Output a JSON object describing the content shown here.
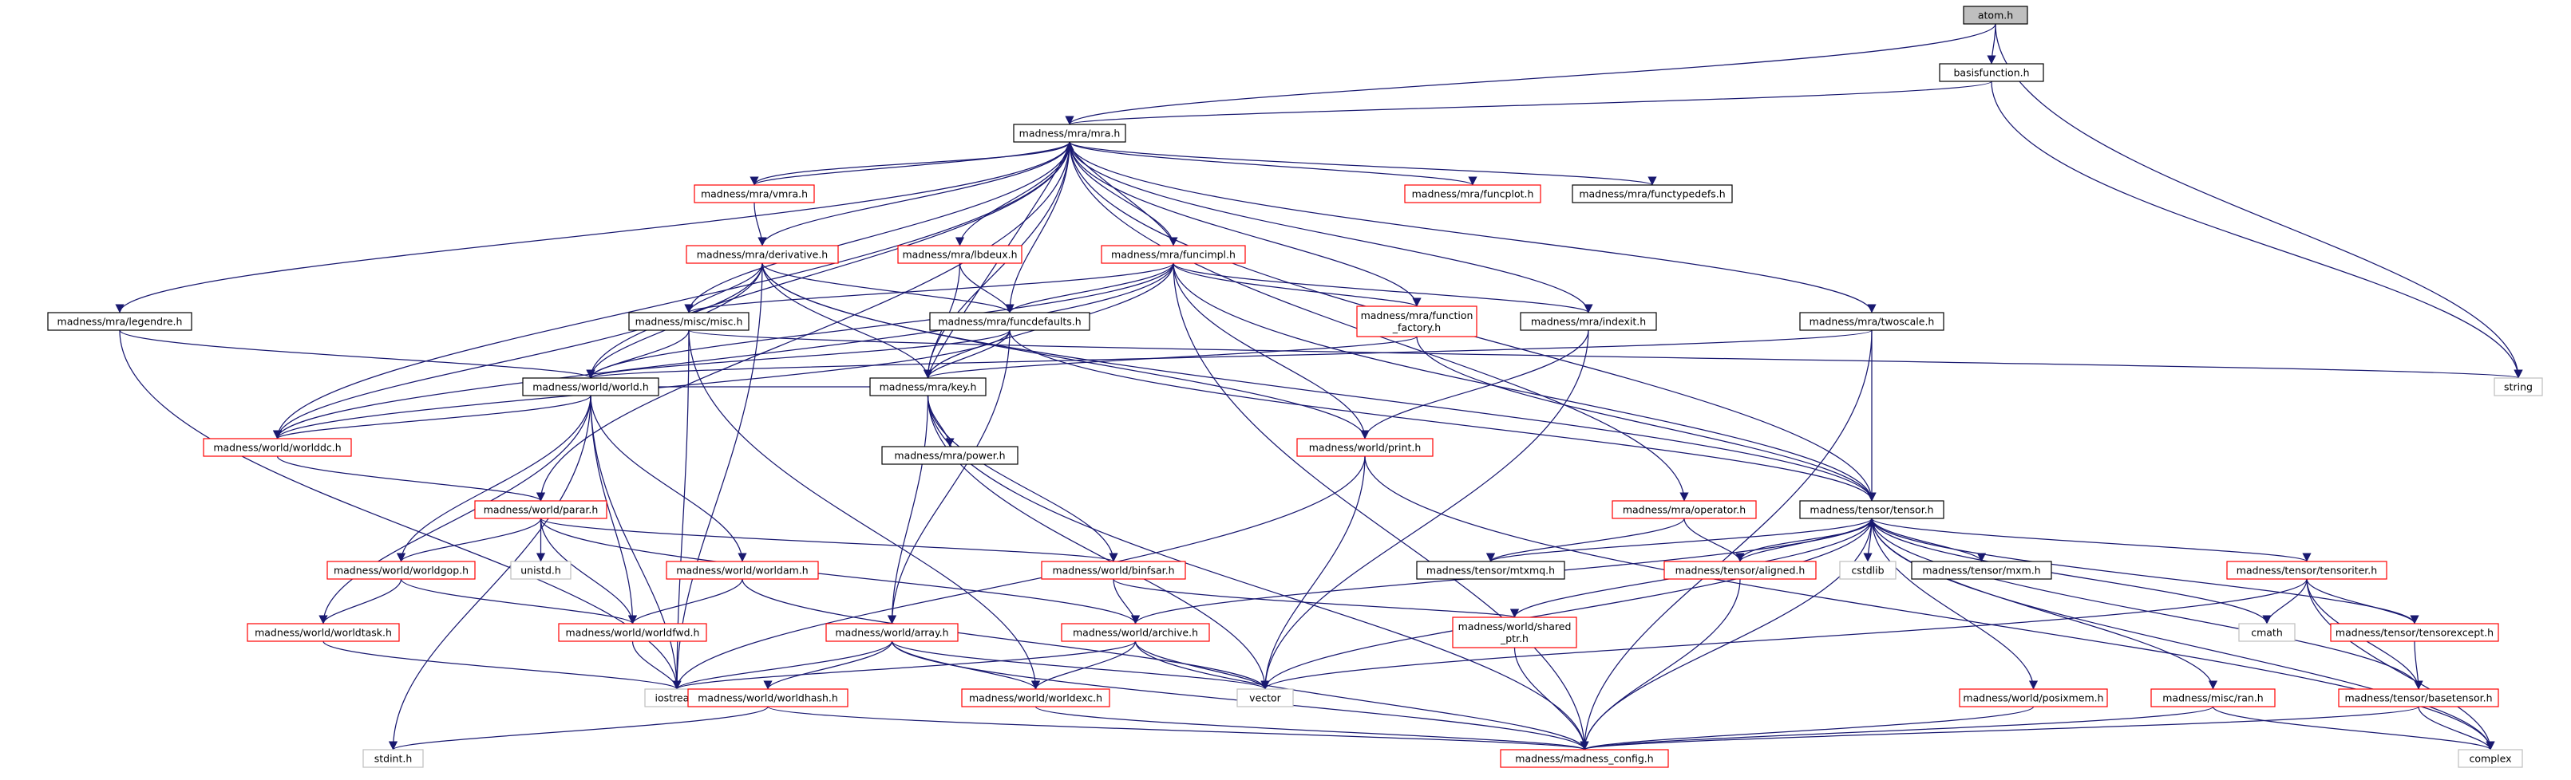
{
  "colors": {
    "edge": "#191970",
    "border_documented": "#000000",
    "border_undocumented": "#ff0000",
    "border_external": "#bfbfbf",
    "fill_root": "#bfbfbf",
    "fill_default": "#ffffff"
  },
  "nodes": [
    {
      "id": "atom",
      "label": "atom.h",
      "kind": "root"
    },
    {
      "id": "basisfunction",
      "label": "basisfunction.h",
      "kind": "documented"
    },
    {
      "id": "mra",
      "label": "madness/mra/mra.h",
      "kind": "documented"
    },
    {
      "id": "string",
      "label": "string",
      "kind": "external"
    },
    {
      "id": "vmra",
      "label": "madness/mra/vmra.h",
      "kind": "undocumented"
    },
    {
      "id": "funcplot",
      "label": "madness/mra/funcplot.h",
      "kind": "undocumented"
    },
    {
      "id": "functypedefs",
      "label": "madness/mra/functypedefs.h",
      "kind": "documented"
    },
    {
      "id": "derivative",
      "label": "madness/mra/derivative.h",
      "kind": "undocumented"
    },
    {
      "id": "lbdeux",
      "label": "madness/mra/lbdeux.h",
      "kind": "undocumented"
    },
    {
      "id": "funcimpl",
      "label": "madness/mra/funcimpl.h",
      "kind": "undocumented"
    },
    {
      "id": "legendre",
      "label": "madness/mra/legendre.h",
      "kind": "documented"
    },
    {
      "id": "miscmisc",
      "label": "madness/misc/misc.h",
      "kind": "documented"
    },
    {
      "id": "funcdefaults",
      "label": "madness/mra/funcdefaults.h",
      "kind": "documented"
    },
    {
      "id": "function_factory",
      "label": "madness/mra/function\n_factory.h",
      "kind": "undocumented"
    },
    {
      "id": "indexit",
      "label": "madness/mra/indexit.h",
      "kind": "documented"
    },
    {
      "id": "twoscale",
      "label": "madness/mra/twoscale.h",
      "kind": "documented"
    },
    {
      "id": "world",
      "label": "madness/world/world.h",
      "kind": "documented"
    },
    {
      "id": "key",
      "label": "madness/mra/key.h",
      "kind": "documented"
    },
    {
      "id": "worlddc",
      "label": "madness/world/worlddc.h",
      "kind": "undocumented"
    },
    {
      "id": "power",
      "label": "madness/mra/power.h",
      "kind": "documented"
    },
    {
      "id": "print",
      "label": "madness/world/print.h",
      "kind": "undocumented"
    },
    {
      "id": "parar",
      "label": "madness/world/parar.h",
      "kind": "undocumented"
    },
    {
      "id": "operator",
      "label": "madness/mra/operator.h",
      "kind": "undocumented"
    },
    {
      "id": "tensor",
      "label": "madness/tensor/tensor.h",
      "kind": "documented"
    },
    {
      "id": "worldgop",
      "label": "madness/world/worldgop.h",
      "kind": "undocumented"
    },
    {
      "id": "unistd",
      "label": "unistd.h",
      "kind": "external"
    },
    {
      "id": "worldam",
      "label": "madness/world/worldam.h",
      "kind": "undocumented"
    },
    {
      "id": "binfsar",
      "label": "madness/world/binfsar.h",
      "kind": "undocumented"
    },
    {
      "id": "mtxmq",
      "label": "madness/tensor/mtxmq.h",
      "kind": "documented"
    },
    {
      "id": "aligned",
      "label": "madness/tensor/aligned.h",
      "kind": "undocumented"
    },
    {
      "id": "cstdlib",
      "label": "cstdlib",
      "kind": "external"
    },
    {
      "id": "mxm",
      "label": "madness/tensor/mxm.h",
      "kind": "documented"
    },
    {
      "id": "tensoriter",
      "label": "madness/tensor/tensoriter.h",
      "kind": "undocumented"
    },
    {
      "id": "cmath",
      "label": "cmath",
      "kind": "external"
    },
    {
      "id": "worldtask",
      "label": "madness/world/worldtask.h",
      "kind": "undocumented"
    },
    {
      "id": "worldfwd",
      "label": "madness/world/worldfwd.h",
      "kind": "undocumented"
    },
    {
      "id": "array",
      "label": "madness/world/array.h",
      "kind": "undocumented"
    },
    {
      "id": "archive",
      "label": "madness/world/archive.h",
      "kind": "undocumented"
    },
    {
      "id": "shared_ptr",
      "label": "madness/world/shared\n_ptr.h",
      "kind": "undocumented"
    },
    {
      "id": "tensorexcept",
      "label": "madness/tensor/tensorexcept.h",
      "kind": "undocumented"
    },
    {
      "id": "iostream",
      "label": "iostream",
      "kind": "external"
    },
    {
      "id": "worldhash",
      "label": "madness/world/worldhash.h",
      "kind": "undocumented"
    },
    {
      "id": "vector",
      "label": "vector",
      "kind": "external"
    },
    {
      "id": "worldexc",
      "label": "madness/world/worldexc.h",
      "kind": "undocumented"
    },
    {
      "id": "posixmem",
      "label": "madness/world/posixmem.h",
      "kind": "undocumented"
    },
    {
      "id": "ran",
      "label": "madness/misc/ran.h",
      "kind": "undocumented"
    },
    {
      "id": "basetensor",
      "label": "madness/tensor/basetensor.h",
      "kind": "undocumented"
    },
    {
      "id": "stdint",
      "label": "stdint.h",
      "kind": "external"
    },
    {
      "id": "madness_config",
      "label": "madness/madness_config.h",
      "kind": "undocumented"
    },
    {
      "id": "complex",
      "label": "complex",
      "kind": "external"
    }
  ],
  "edges": [
    [
      "atom",
      "basisfunction"
    ],
    [
      "atom",
      "mra"
    ],
    [
      "atom",
      "string"
    ],
    [
      "basisfunction",
      "mra"
    ],
    [
      "basisfunction",
      "string"
    ],
    [
      "mra",
      "vmra"
    ],
    [
      "mra",
      "funcplot"
    ],
    [
      "mra",
      "functypedefs"
    ],
    [
      "mra",
      "derivative"
    ],
    [
      "mra",
      "lbdeux"
    ],
    [
      "mra",
      "funcimpl"
    ],
    [
      "mra",
      "legendre"
    ],
    [
      "mra",
      "miscmisc"
    ],
    [
      "mra",
      "funcdefaults"
    ],
    [
      "mra",
      "function_factory"
    ],
    [
      "mra",
      "indexit"
    ],
    [
      "mra",
      "twoscale"
    ],
    [
      "mra",
      "world"
    ],
    [
      "mra",
      "key"
    ],
    [
      "mra",
      "worlddc"
    ],
    [
      "mra",
      "parar"
    ],
    [
      "mra",
      "operator"
    ],
    [
      "mra",
      "tensor"
    ],
    [
      "vmra",
      "mra"
    ],
    [
      "vmra",
      "derivative"
    ],
    [
      "derivative",
      "miscmisc"
    ],
    [
      "derivative",
      "funcdefaults"
    ],
    [
      "derivative",
      "world"
    ],
    [
      "derivative",
      "key"
    ],
    [
      "derivative",
      "worlddc"
    ],
    [
      "derivative",
      "tensor"
    ],
    [
      "derivative",
      "iostream"
    ],
    [
      "derivative",
      "print"
    ],
    [
      "lbdeux",
      "funcdefaults"
    ],
    [
      "lbdeux",
      "key"
    ],
    [
      "funcimpl",
      "miscmisc"
    ],
    [
      "funcimpl",
      "funcdefaults"
    ],
    [
      "funcimpl",
      "function_factory"
    ],
    [
      "funcimpl",
      "indexit"
    ],
    [
      "funcimpl",
      "world"
    ],
    [
      "funcimpl",
      "key"
    ],
    [
      "funcimpl",
      "worlddc"
    ],
    [
      "funcimpl",
      "print"
    ],
    [
      "funcimpl",
      "tensor"
    ],
    [
      "funcimpl",
      "mra"
    ],
    [
      "funcimpl",
      "madness_config"
    ],
    [
      "legendre",
      "world"
    ],
    [
      "legendre",
      "iostream"
    ],
    [
      "miscmisc",
      "world"
    ],
    [
      "miscmisc",
      "string"
    ],
    [
      "miscmisc",
      "worldexc"
    ],
    [
      "miscmisc",
      "iostream"
    ],
    [
      "funcdefaults",
      "world"
    ],
    [
      "funcdefaults",
      "key"
    ],
    [
      "funcdefaults",
      "tensor"
    ],
    [
      "funcdefaults",
      "worlddc"
    ],
    [
      "funcdefaults",
      "array"
    ],
    [
      "function_factory",
      "key"
    ],
    [
      "function_factory",
      "tensor"
    ],
    [
      "indexit",
      "print"
    ],
    [
      "indexit",
      "vector"
    ],
    [
      "twoscale",
      "world"
    ],
    [
      "twoscale",
      "tensor"
    ],
    [
      "twoscale",
      "madness_config"
    ],
    [
      "world",
      "worlddc"
    ],
    [
      "world",
      "worldgop"
    ],
    [
      "world",
      "worldfwd"
    ],
    [
      "world",
      "worldam"
    ],
    [
      "world",
      "worldtask"
    ],
    [
      "world",
      "iostream"
    ],
    [
      "world",
      "stdint"
    ],
    [
      "key",
      "power"
    ],
    [
      "key",
      "binfsar"
    ],
    [
      "key",
      "array"
    ],
    [
      "key",
      "vector"
    ],
    [
      "key",
      "madness_config"
    ],
    [
      "key",
      "mra"
    ],
    [
      "key",
      "world"
    ],
    [
      "worlddc",
      "parar"
    ],
    [
      "print",
      "iostream"
    ],
    [
      "print",
      "vector"
    ],
    [
      "print",
      "complex"
    ],
    [
      "parar",
      "worldgop"
    ],
    [
      "parar",
      "unistd"
    ],
    [
      "parar",
      "worldfwd"
    ],
    [
      "parar",
      "binfsar"
    ],
    [
      "parar",
      "archive"
    ],
    [
      "operator",
      "mtxmq"
    ],
    [
      "operator",
      "aligned"
    ],
    [
      "tensor",
      "mtxmq"
    ],
    [
      "tensor",
      "aligned"
    ],
    [
      "tensor",
      "cstdlib"
    ],
    [
      "tensor",
      "mxm"
    ],
    [
      "tensor",
      "tensoriter"
    ],
    [
      "tensor",
      "tensorexcept"
    ],
    [
      "tensor",
      "cmath"
    ],
    [
      "tensor",
      "complex"
    ],
    [
      "tensor",
      "vector"
    ],
    [
      "tensor",
      "archive"
    ],
    [
      "tensor",
      "shared_ptr"
    ],
    [
      "tensor",
      "posixmem"
    ],
    [
      "tensor",
      "ran"
    ],
    [
      "tensor",
      "basetensor"
    ],
    [
      "tensor",
      "madness_config"
    ],
    [
      "worldgop",
      "worldfwd"
    ],
    [
      "worldgop",
      "worldtask"
    ],
    [
      "worldam",
      "worldfwd"
    ],
    [
      "worldam",
      "vector"
    ],
    [
      "binfsar",
      "archive"
    ],
    [
      "binfsar",
      "shared_ptr"
    ],
    [
      "aligned",
      "madness_config"
    ],
    [
      "aligned",
      "tensor"
    ],
    [
      "tensoriter",
      "tensorexcept"
    ],
    [
      "tensoriter",
      "basetensor"
    ],
    [
      "tensoriter",
      "complex"
    ],
    [
      "tensoriter",
      "cmath"
    ],
    [
      "tensoriter",
      "vector"
    ],
    [
      "worldtask",
      "iostream"
    ],
    [
      "worldfwd",
      "iostream"
    ],
    [
      "array",
      "iostream"
    ],
    [
      "array",
      "worldhash"
    ],
    [
      "array",
      "vector"
    ],
    [
      "array",
      "worldexc"
    ],
    [
      "array",
      "madness_config"
    ],
    [
      "archive",
      "iostream"
    ],
    [
      "archive",
      "vector"
    ],
    [
      "archive",
      "worldexc"
    ],
    [
      "archive",
      "madness_config"
    ],
    [
      "shared_ptr",
      "madness_config"
    ],
    [
      "tensorexcept",
      "basetensor"
    ],
    [
      "worldhash",
      "stdint"
    ],
    [
      "worldhash",
      "madness_config"
    ],
    [
      "worldexc",
      "madness_config"
    ],
    [
      "posixmem",
      "madness_config"
    ],
    [
      "ran",
      "madness_config"
    ],
    [
      "ran",
      "complex"
    ],
    [
      "basetensor",
      "madness_config"
    ],
    [
      "basetensor",
      "complex"
    ]
  ]
}
